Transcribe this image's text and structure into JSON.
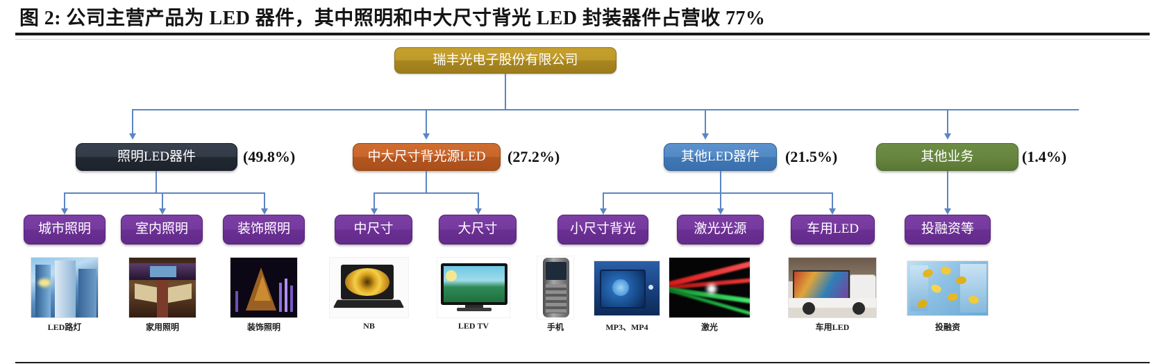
{
  "figure": {
    "title": "图 2:  公司主营产品为 LED 器件，其中照明和中大尺寸背光 LED 封装器件占营收 77%"
  },
  "diagram": {
    "root": {
      "label": "瑞丰光电子股份有限公司",
      "color": "#b4901f"
    },
    "segments": [
      {
        "label": "照明LED器件",
        "percent": "(49.8%)",
        "color": "#2b323d"
      },
      {
        "label": "中大尺寸背光源LED",
        "percent": "(27.2%)",
        "color": "#c2601f"
      },
      {
        "label": "其他LED器件",
        "percent": "(21.5%)",
        "color": "#4a80bd"
      },
      {
        "label": "其他业务",
        "percent": "(1.4%)",
        "color": "#64803c"
      }
    ],
    "leaves": [
      {
        "label": "城市照明",
        "color": "#712f9b"
      },
      {
        "label": "室内照明",
        "color": "#712f9b"
      },
      {
        "label": "装饰照明",
        "color": "#712f9b"
      },
      {
        "label": "中尺寸",
        "color": "#712f9b"
      },
      {
        "label": "大尺寸",
        "color": "#712f9b"
      },
      {
        "label": "小尺寸背光",
        "color": "#712f9b"
      },
      {
        "label": "激光光源",
        "color": "#712f9b"
      },
      {
        "label": "车用LED",
        "color": "#712f9b"
      },
      {
        "label": "投融资等",
        "color": "#712f9b"
      }
    ],
    "photos": [
      {
        "caption": "LED路灯",
        "alt": "led-street-light-photo"
      },
      {
        "caption": "家用照明",
        "alt": "home-lighting-photo"
      },
      {
        "caption": "装饰照明",
        "alt": "decorative-christmas-tree-photo"
      },
      {
        "caption": "NB",
        "alt": "notebook-laptop-photo"
      },
      {
        "caption": "LED TV",
        "alt": "led-television-photo"
      },
      {
        "caption": "手机",
        "alt": "mobile-phone-photo"
      },
      {
        "caption": "MP3、MP4",
        "alt": "mp3-mp4-player-photo"
      },
      {
        "caption": "激光",
        "alt": "laser-beams-photo"
      },
      {
        "caption": "车用LED",
        "alt": "vehicle-led-display-truck-photo"
      },
      {
        "caption": "投融资",
        "alt": "investment-financing-coins-photo"
      }
    ]
  }
}
